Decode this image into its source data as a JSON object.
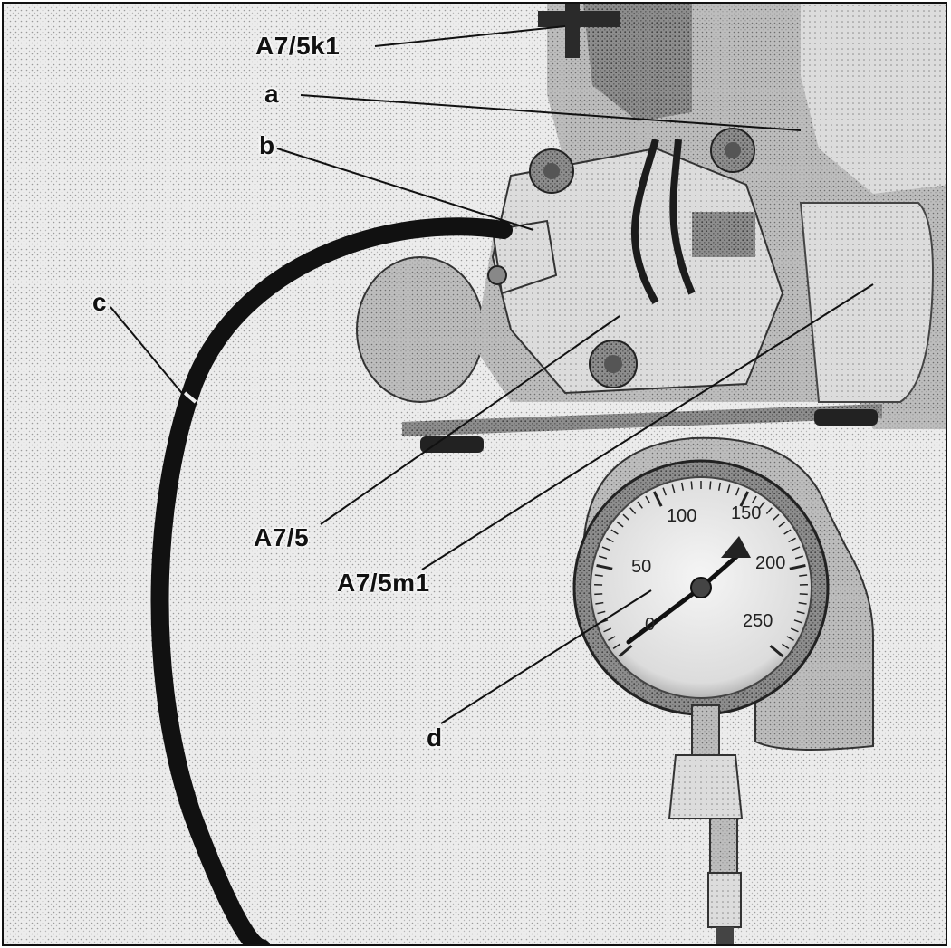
{
  "callouts": {
    "a7_5k1": "A7/5k1",
    "a": "a",
    "b": "b",
    "c": "c",
    "a7_5": "A7/5",
    "a7_5m1": "A7/5m1",
    "d": "d"
  },
  "gauge": {
    "ticks": [
      "0",
      "50",
      "100",
      "150",
      "200",
      "250"
    ]
  }
}
